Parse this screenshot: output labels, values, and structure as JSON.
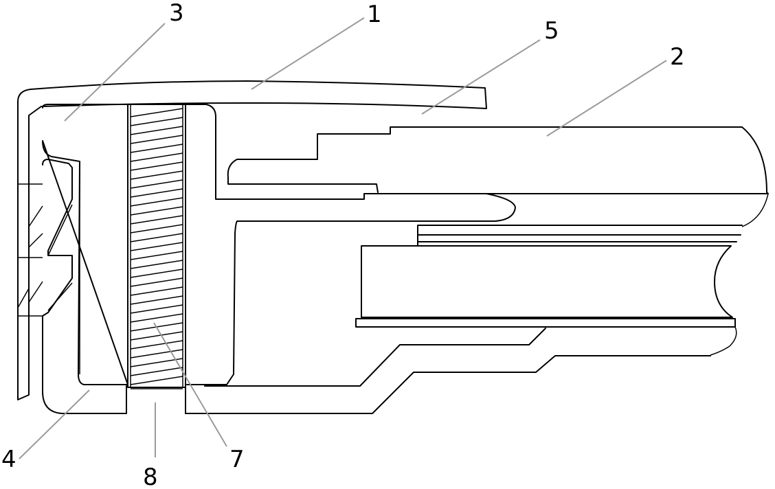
{
  "figure": {
    "callouts": [
      {
        "id": "c1",
        "text": "1"
      },
      {
        "id": "c2",
        "text": "2"
      },
      {
        "id": "c3",
        "text": "3"
      },
      {
        "id": "c4",
        "text": "4"
      },
      {
        "id": "c5",
        "text": "5"
      },
      {
        "id": "c7",
        "text": "7"
      },
      {
        "id": "c8",
        "text": "8"
      }
    ],
    "colors": {
      "line": "#000000",
      "leader": "#9a9a9a",
      "background": "#ffffff"
    }
  }
}
